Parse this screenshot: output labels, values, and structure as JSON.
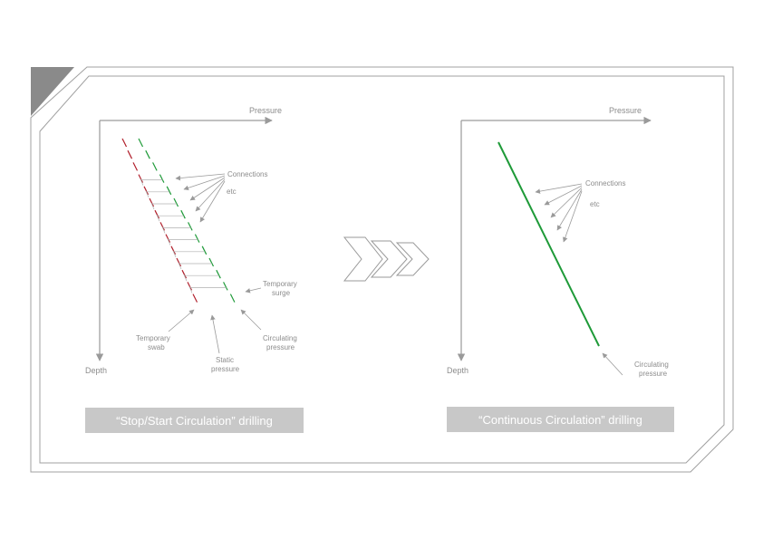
{
  "colors": {
    "frame": "#9a9a9a",
    "corner_tab": "#8a8a8a",
    "axis": "#9a9a9a",
    "text": "#8c8c8c",
    "swab_dashes": "#b01e2a",
    "surge_dashes": "#1e9a38",
    "continuous_line": "#1e9a38",
    "caption_bg": "#c8c8c8",
    "caption_text": "#ffffff"
  },
  "left_panel": {
    "x_axis_label": "Pressure",
    "y_axis_label": "Depth",
    "labels": {
      "connections": "Connections",
      "etc": "etc",
      "temporary_surge_line1": "Temporary",
      "temporary_surge_line2": "surge",
      "circulating_line1": "Circulating",
      "circulating_line2": "pressure",
      "static_line1": "Static",
      "static_line2": "pressure",
      "swab_line1": "Temporary",
      "swab_line2": "swab"
    },
    "caption": "“Stop/Start Circulation” drilling"
  },
  "transition": {
    "icon": "triple-chevron-right-icon"
  },
  "right_panel": {
    "x_axis_label": "Pressure",
    "y_axis_label": "Depth",
    "labels": {
      "connections": "Connections",
      "etc": "etc",
      "circulating_line1": "Circulating",
      "circulating_line2": "pressure"
    },
    "caption": "“Continuous Circulation” drilling"
  }
}
